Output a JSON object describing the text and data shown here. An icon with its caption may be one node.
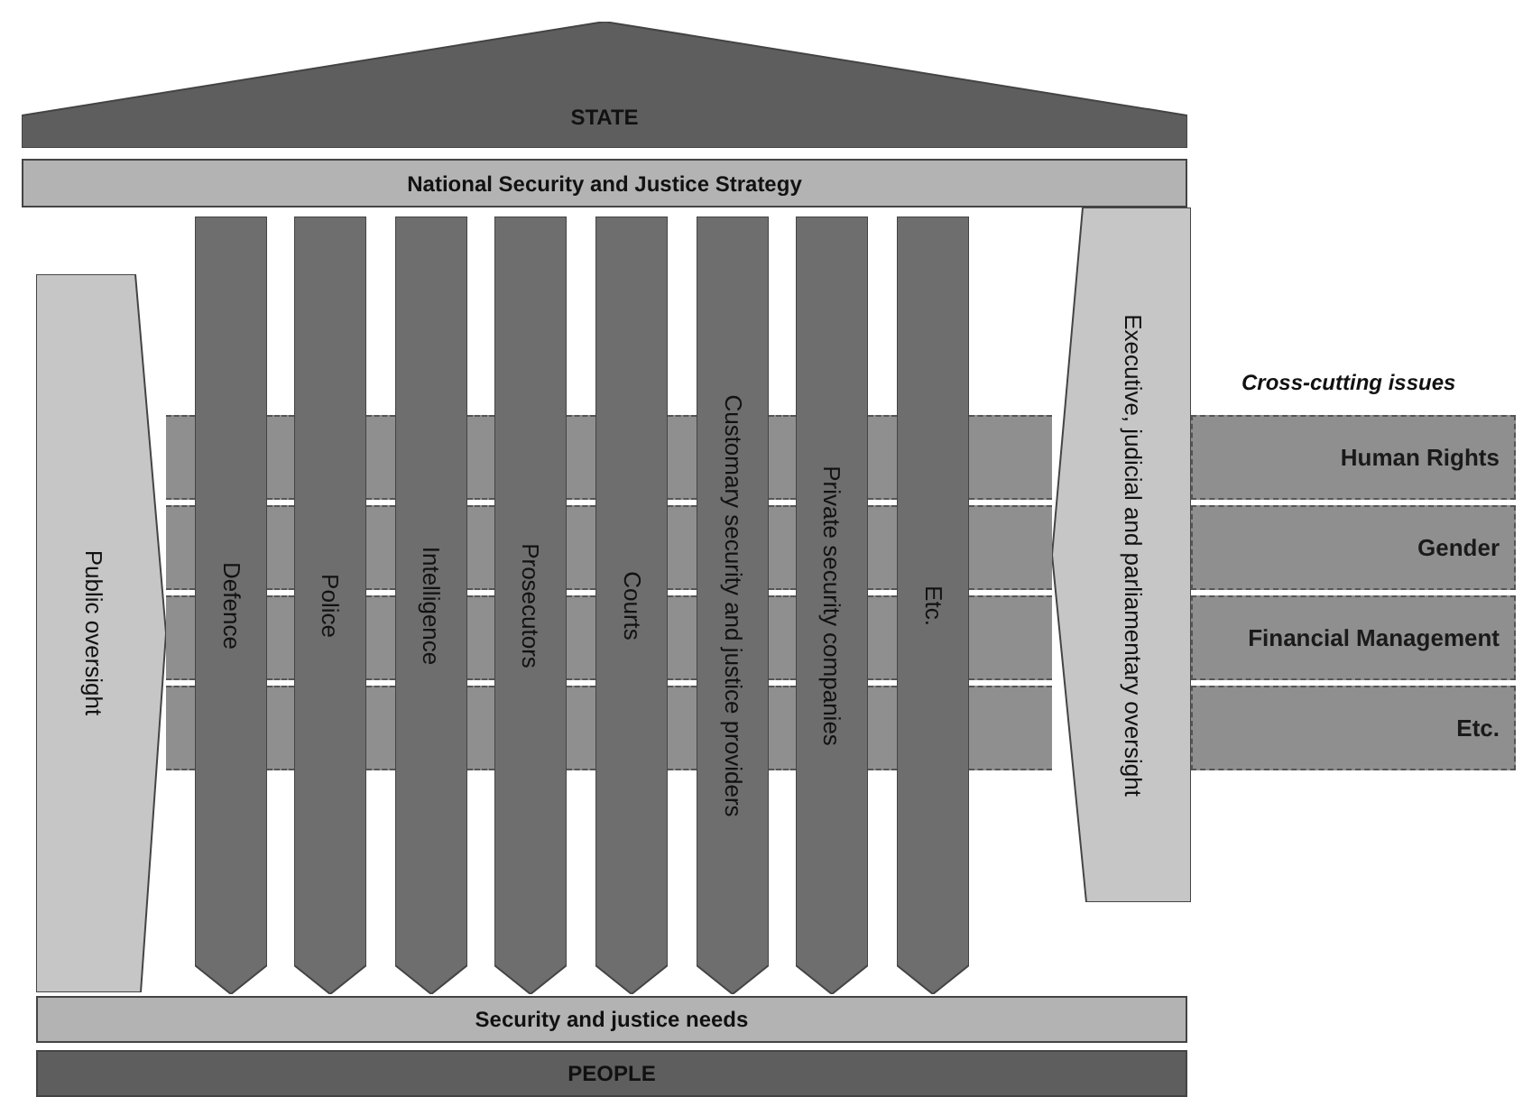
{
  "diagram": {
    "nodes": [
      {
        "text": [
          "STATE"
        ]
      },
      {
        "text": [
          "National Security and Justice Strategy"
        ]
      },
      {
        "text": [
          "Public oversight"
        ]
      },
      {
        "text": [
          "Defence"
        ]
      },
      {
        "text": [
          "Police"
        ]
      },
      {
        "text": [
          "Intelligence"
        ]
      },
      {
        "text": [
          "Prosecutors"
        ]
      },
      {
        "text": [
          "Courts"
        ]
      },
      {
        "text": [
          "Customary security and justice providers"
        ]
      },
      {
        "text": [
          "Private security companies"
        ]
      },
      {
        "text": [
          "Etc."
        ]
      },
      {
        "text": [
          "Executive, judicial and parliamentary oversight"
        ]
      },
      {
        "text": [
          "Human Rights"
        ]
      },
      {
        "text": [
          "Gender"
        ]
      },
      {
        "text": [
          "Financial Management"
        ]
      },
      {
        "text": [
          "Etc."
        ]
      },
      {
        "text": [
          "Security and justice needs"
        ]
      },
      {
        "text": [
          "PEOPLE"
        ]
      }
    ],
    "edges": [],
    "labels": [
      "Cross-cutting issues"
    ]
  }
}
